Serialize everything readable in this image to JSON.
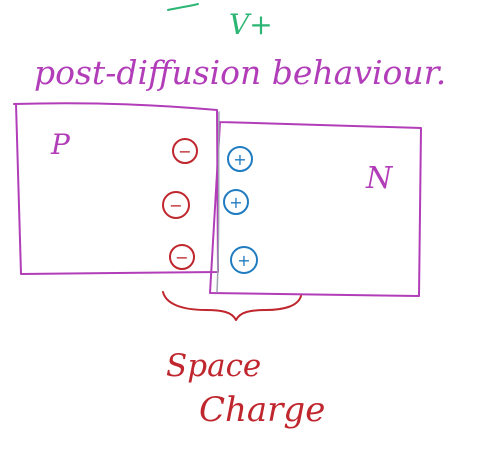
{
  "header": {
    "top_note": "V+",
    "title": "post-diffusion behaviour."
  },
  "regions": {
    "p_label": "P",
    "n_label": "N"
  },
  "charges": {
    "negative_symbol": "−",
    "positive_symbol": "+",
    "negative_count": 3,
    "positive_count": 3
  },
  "caption": {
    "line1": "Space",
    "line2": "Charge"
  },
  "colors": {
    "green": "#2bb673",
    "purple": "#b23db8",
    "red": "#c0262d",
    "blue": "#1f7cc0"
  }
}
